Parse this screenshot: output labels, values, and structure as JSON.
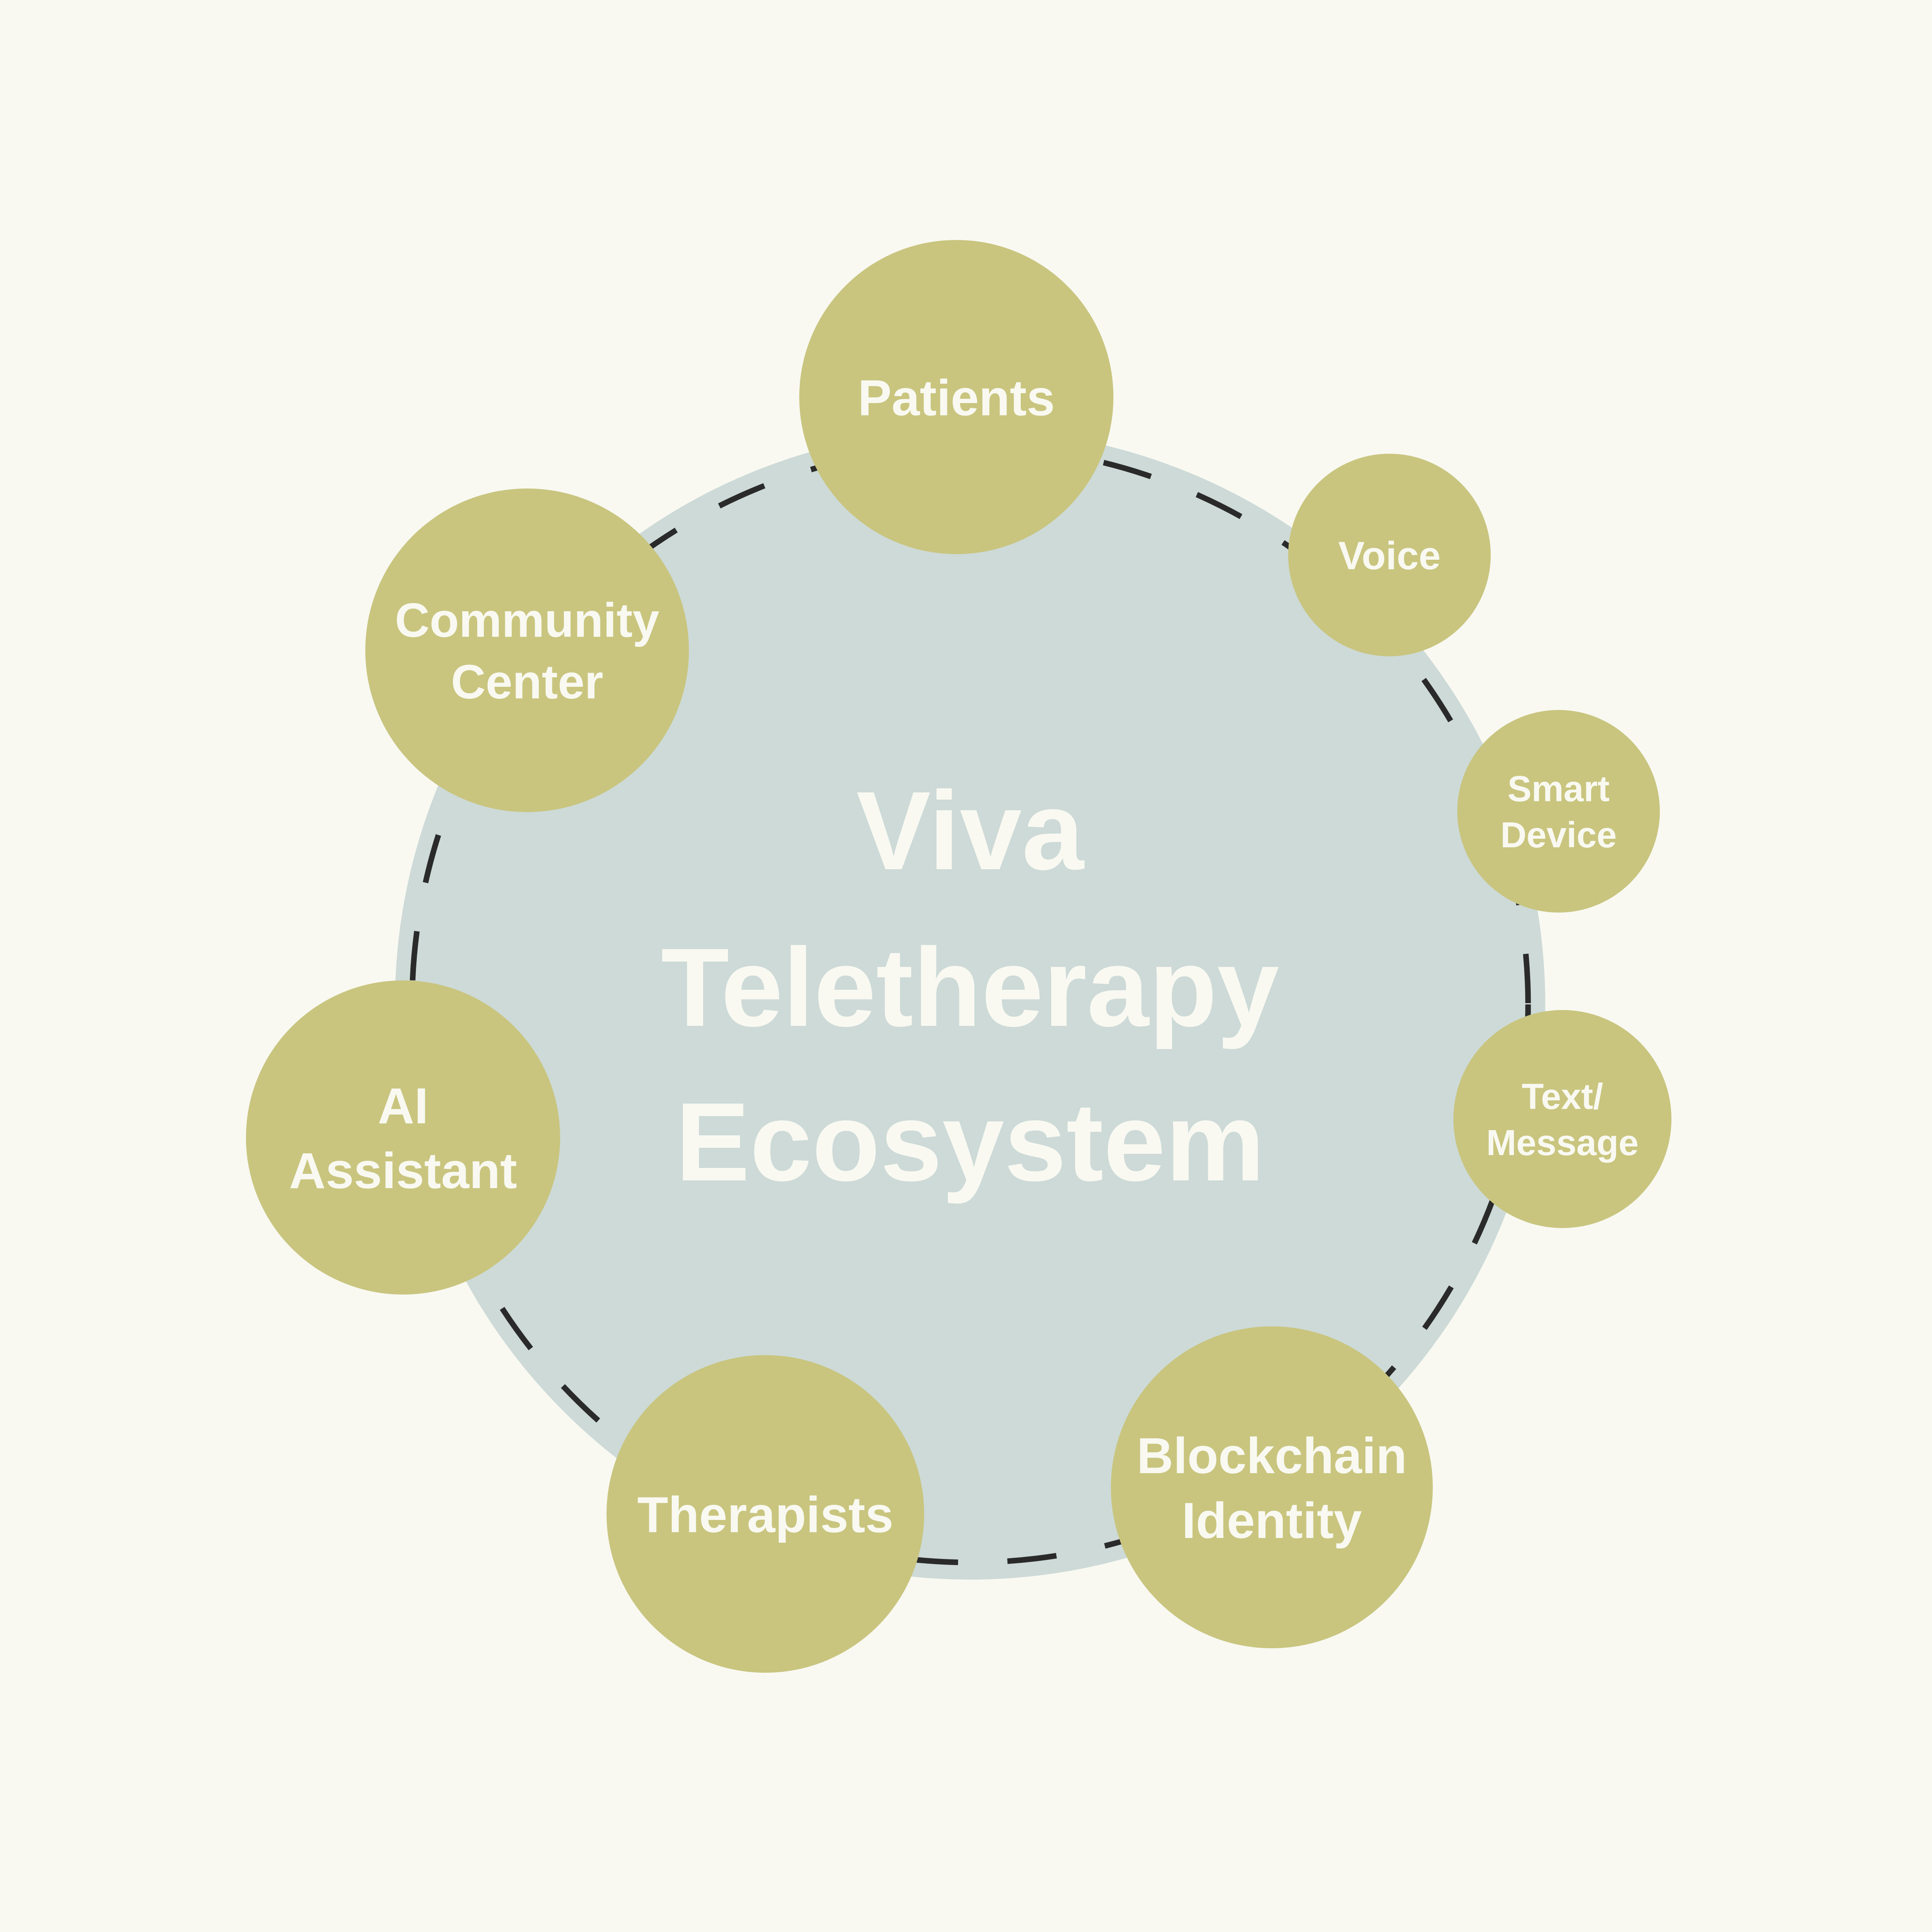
{
  "title": {
    "lines": [
      "Viva",
      "Teletherapy",
      "Ecosystem"
    ]
  },
  "colors": {
    "background": "#f9f9f2",
    "hub": "#cddad7",
    "node": "#c9c57f",
    "node_text": "#f9f9f2",
    "ring": "#2a2a2a"
  },
  "nodes": [
    {
      "id": "patients",
      "lines": [
        "Patients"
      ]
    },
    {
      "id": "voice",
      "lines": [
        "Voice"
      ]
    },
    {
      "id": "smart-device",
      "lines": [
        "Smart",
        "Device"
      ]
    },
    {
      "id": "text-message",
      "lines": [
        "Text/",
        "Message"
      ]
    },
    {
      "id": "blockchain-identity",
      "lines": [
        "Blockchain",
        "Identity"
      ]
    },
    {
      "id": "therapists",
      "lines": [
        "Therapists"
      ]
    },
    {
      "id": "ai-assistant",
      "lines": [
        "AI",
        "Assistant"
      ]
    },
    {
      "id": "community-center",
      "lines": [
        "Community",
        "Center"
      ]
    }
  ]
}
